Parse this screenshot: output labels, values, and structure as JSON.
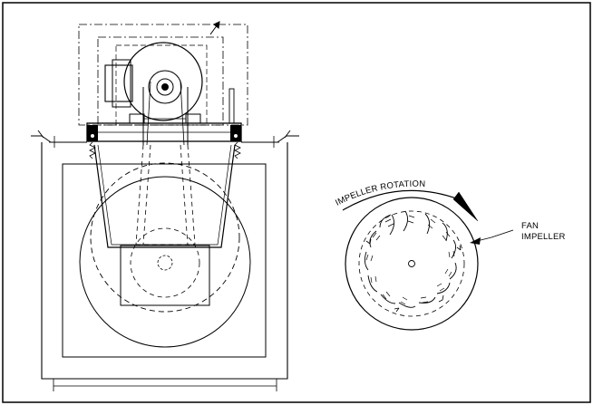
{
  "labels": {
    "rotation": "IMPELLER ROTATION",
    "fan_line1": "FAN",
    "fan_line2": "IMPELLER"
  },
  "colors": {
    "ink": "#000000",
    "paper": "#ffffff"
  },
  "icons": {
    "rotation_arrow": "curved-arrow-icon",
    "leader_arrow": "leader-arrow-icon"
  }
}
